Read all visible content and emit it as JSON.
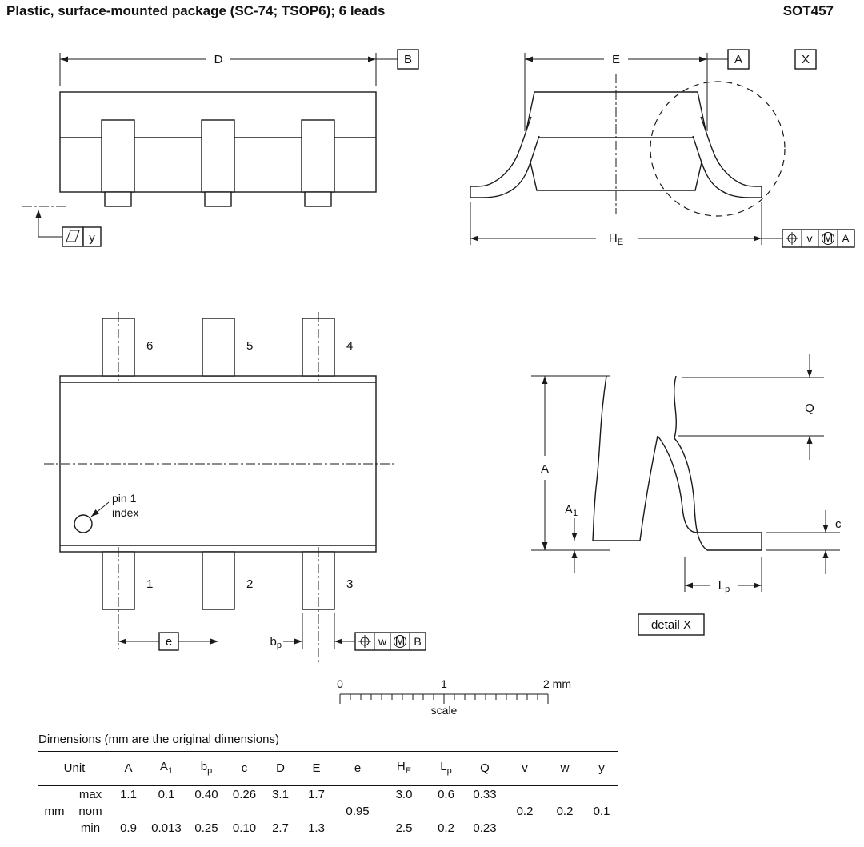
{
  "header": {
    "title": "Plastic, surface-mounted package (SC-74; TSOP6); 6 leads",
    "package_code": "SOT457"
  },
  "drawing": {
    "dim_D": "D",
    "datum_B": "B",
    "dim_E": "E",
    "datum_A": "A",
    "detail_ref": "X",
    "dim_HE_main": "H",
    "dim_HE_sub": "E",
    "flatness_value": "y",
    "frame_v": {
      "tolerance": "v",
      "modifier": "M",
      "datum": "A"
    },
    "frame_w": {
      "tolerance": "w",
      "modifier": "M",
      "datum": "B"
    },
    "pins": {
      "p1": "1",
      "p2": "2",
      "p3": "3",
      "p4": "4",
      "p5": "5",
      "p6": "6"
    },
    "pin1_index_line1": "pin 1",
    "pin1_index_line2": "index",
    "dim_e": "e",
    "dim_bp_main": "b",
    "dim_bp_sub": "p",
    "dim_A": "A",
    "dim_A1_main": "A",
    "dim_A1_sub": "1",
    "dim_Q": "Q",
    "dim_c": "c",
    "dim_Lp_main": "L",
    "dim_Lp_sub": "p",
    "detail_label": "detail X",
    "scale": {
      "tick0": "0",
      "tick1": "1",
      "tick2": "2 mm",
      "label": "scale"
    }
  },
  "table": {
    "caption": "Dimensions (mm are the original dimensions)",
    "unit_header": "Unit",
    "unit": "mm",
    "headers": {
      "A": "A",
      "A1_main": "A",
      "A1_sub": "1",
      "bp_main": "b",
      "bp_sub": "p",
      "c": "c",
      "D": "D",
      "E": "E",
      "e": "e",
      "HE_main": "H",
      "HE_sub": "E",
      "Lp_main": "L",
      "Lp_sub": "p",
      "Q": "Q",
      "v": "v",
      "w": "w",
      "y": "y"
    },
    "row_labels": {
      "max": "max",
      "nom": "nom",
      "min": "min"
    },
    "rows": {
      "max": {
        "A": "1.1",
        "A1": "0.1",
        "bp": "0.40",
        "c": "0.26",
        "D": "3.1",
        "E": "1.7",
        "e": "",
        "HE": "3.0",
        "Lp": "0.6",
        "Q": "0.33",
        "v": "",
        "w": "",
        "y": ""
      },
      "nom": {
        "A": "",
        "A1": "",
        "bp": "",
        "c": "",
        "D": "",
        "E": "",
        "e": "0.95",
        "HE": "",
        "Lp": "",
        "Q": "",
        "v": "0.2",
        "w": "0.2",
        "y": "0.1"
      },
      "min": {
        "A": "0.9",
        "A1": "0.013",
        "bp": "0.25",
        "c": "0.10",
        "D": "2.7",
        "E": "1.3",
        "e": "",
        "HE": "2.5",
        "Lp": "0.2",
        "Q": "0.23",
        "v": "",
        "w": "",
        "y": ""
      }
    }
  }
}
